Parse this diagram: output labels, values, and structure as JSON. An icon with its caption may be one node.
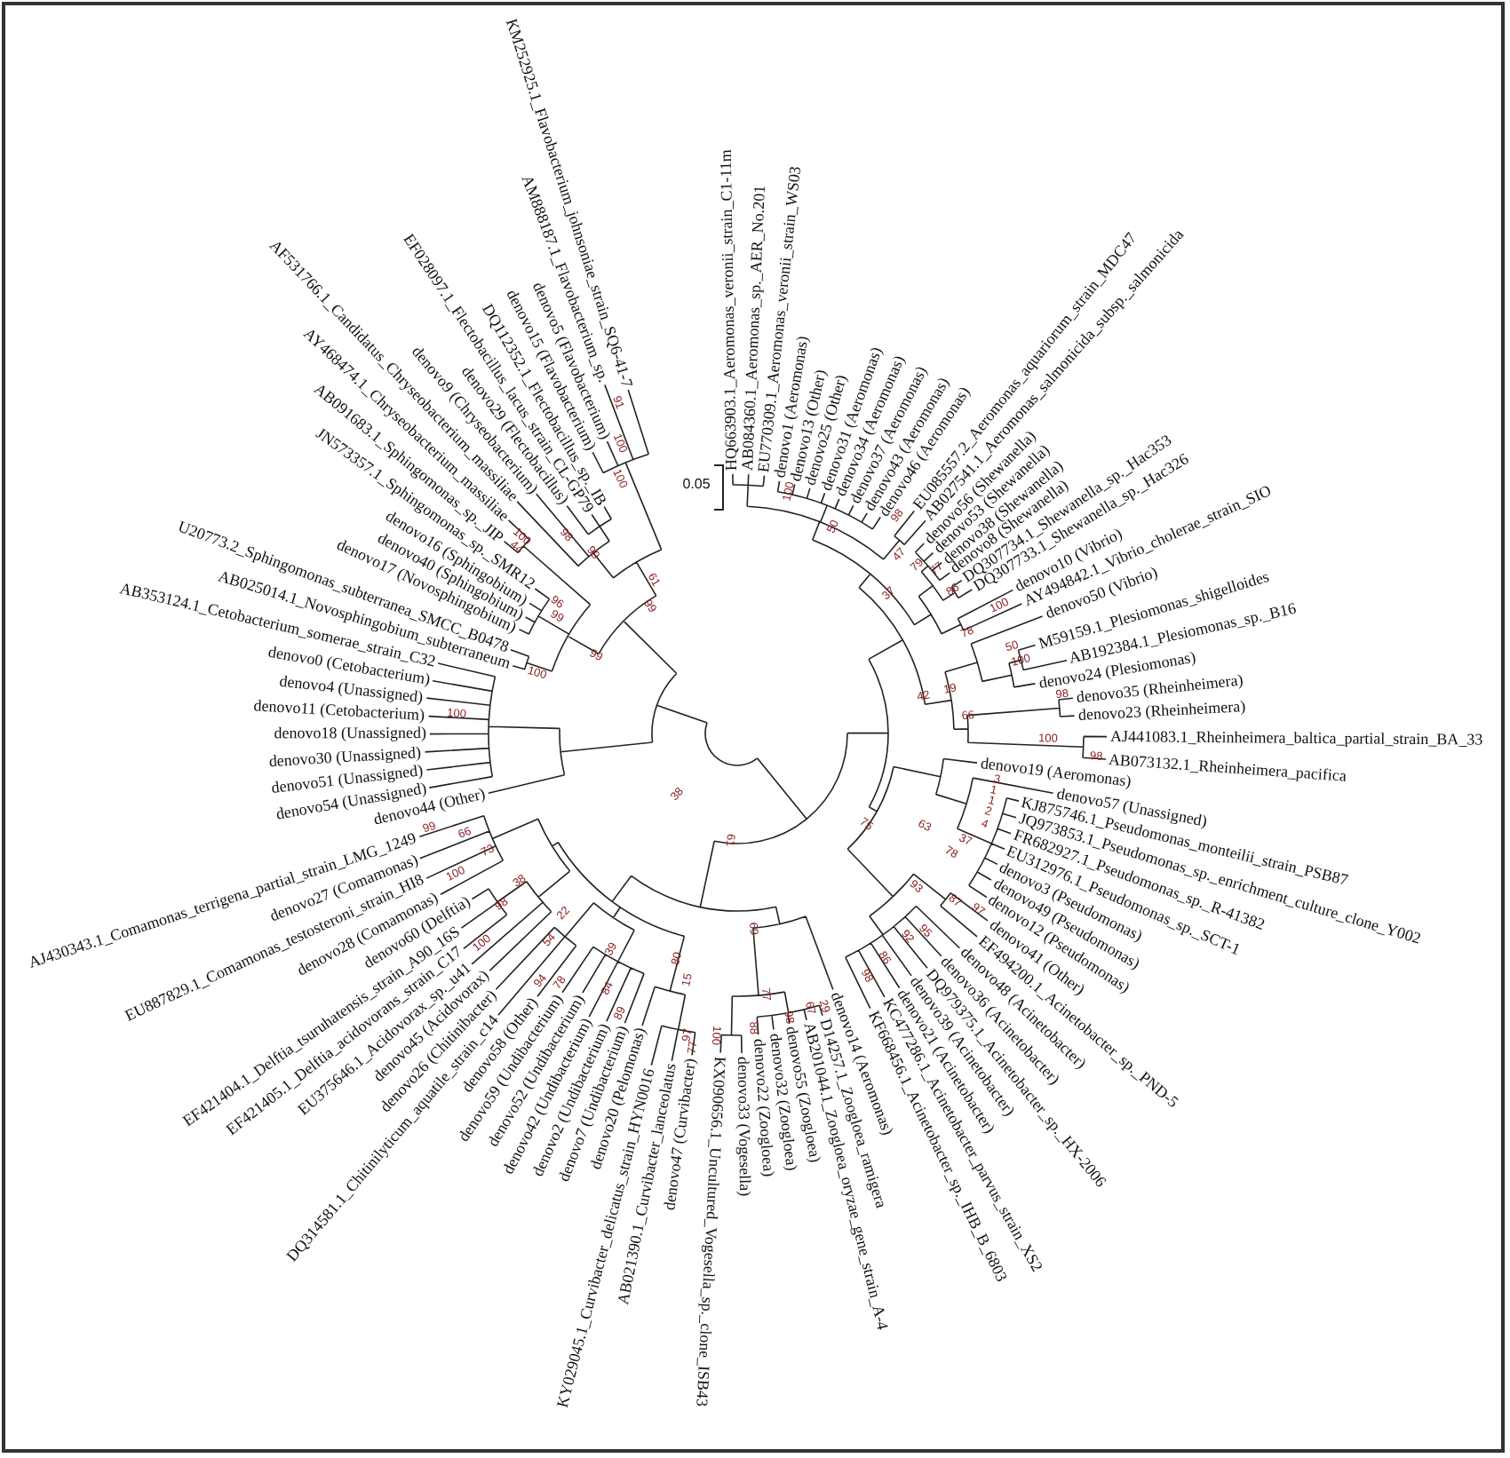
{
  "diagram": {
    "labels": [
      "HQ663903.1_Aeromonas_veronii_strain_C1-11m",
      "AB084360.1_Aeromonas_sp._AER_No.201",
      "EU770309.1_Aeromonas_veronii_strain_WS03",
      "denovo1 (Aeromonas)",
      "denovo13 (Other)",
      "denovo25 (Other)",
      "denovo31 (Aeromonas)",
      "denovo34 (Aeromonas)",
      "denovo37 (Aeromonas)",
      "denovo43 (Aeromonas)",
      "denovo46 (Aeromonas)",
      "EU085557.2_Aeromonas_aquariorum_strain_MDC47",
      "AB027541.1_Aeromonas_salmonicida_subsp._salmonicida",
      "denovo56 (Shewanella)",
      "denovo53 (Shewanella)",
      "denovo38 (Shewanella)",
      "denovo8 (Shewanella)",
      "DQ307734.1_Shewanella_sp._Hac353",
      "DQ307733.1_Shewanella_sp._Hac326",
      "denovo10 (Vibrio)",
      "AY494842.1_Vibrio_cholerae_strain_SIO",
      "denovo50 (Vibrio)",
      "M59159.1_Plesiomonas_shigelloides",
      "AB192384.1_Plesiomonas_sp._B16",
      "denovo24 (Plesiomonas)",
      "denovo35 (Rheinheimera)",
      "denovo23 (Rheinheimera)",
      "AJ441083.1_Rheinheimera_baltica_partial_strain_BA_33",
      "AB073132.1_Rheinheimera_pacifica",
      "denovo19 (Aeromonas)",
      "denovo57 (Unassigned)",
      "KJ875746.1_Pseudomonas_monteilii_strain_PSB87",
      "JQ973853.1_Pseudomonas_sp._enrichment_culture_clone_Y002",
      "FR682927.1_Pseudomonas_sp._R-41382",
      "EU312976.1_Pseudomonas_sp._SCT-1",
      "denovo3 (Pseudomonas)",
      "denovo49 (Pseudomonas)",
      "denovo12 (Pseudomonas)",
      "denovo41 (Other)",
      "EF494200.1_Acinetobacter_sp._PND-5",
      "denovo48 (Acinetobacter)",
      "denovo36 (Acinetobacter)",
      "DQ979375.1_Acinetobacter_sp._HX-2006",
      "denovo39 (Acinetobacter)",
      "denovo21 (Acinetobacter)",
      "KC477286.1_Acinetobacter_parvus_strain_XS2",
      "KF668456.1_Acinetobacter_sp._IHB_B_6803",
      "denovo44 (Other)",
      "AJ430343.1_Comamonas_terrigena_partial_strain_LMG_1249",
      "denovo27 (Comamonas)",
      "EU887829.1_Comamonas_testosteroni_strain_HI8",
      "denovo28 (Comamonas)",
      "denovo60 (Delftia)",
      "EF421404.1_Delftia_tsuruhatensis_strain_A90_16S",
      "EF421405.1_Delftia_acidovorans_strain_C17",
      "EU375646.1_Acidovorax_sp._u41",
      "denovo45 (Acidovorax)",
      "denovo26 (Chitinibacter)",
      "DQ314581.1_Chitinilyticum_aquatile_strain_c14",
      "denovo58 (Other)",
      "denovo59 (Undibacterium)",
      "denovo52 (Undibacterium)",
      "denovo42 (Undibacterium)",
      "denovo2 (Undibacterium)",
      "denovo7 (Undibacterium)",
      "denovo20 (Pelomonas)",
      "KY029045.1_Curvibacter_delicatus_strain_HYN0016",
      "AB021390.1_Curvibacter_lanceolatus",
      "denovo47 (Curvibacter)",
      "KX090656.1_Uncultured_Vogesella_sp._clone_ISB43",
      "denovo33 (Vogesella)",
      "denovo22 (Zoogloea)",
      "denovo32 (Zoogloea)",
      "denovo55 (Zoogloea)",
      "AB201044.1_Zoogloea_oryzae_gene_strain_A-4",
      "D14257.1_Zoogloea_ramigera",
      "denovo14 (Aeromonas)",
      "denovo54 (Unassigned)",
      "denovo51 (Unassigned)",
      "denovo30 (Unassigned)",
      "denovo18 (Unassigned)",
      "denovo11 (Cetobacterium)",
      "denovo4 (Unassigned)",
      "denovo0 (Cetobacterium)",
      "AB353124.1_Cetobacterium_somerae_strain_C32",
      "AB025014.1_Novosphingobium_subterraneum",
      "U20773.2_Sphingomonas_subterranea_SMCC_B0478",
      "denovo17 (Novosphingobium)",
      "denovo40 (Sphingobium)",
      "denovo16 (Sphingobium)",
      "JN573357.1_Sphingomonas_sp._SMR12",
      "AB091683.1_Sphingomonas_sp._JIP",
      "AY468474.1_Chryseobacterium_massiliae",
      "AF531766.1_Candidatus_Chryseobacterium_massiliae",
      "denovo9 (Chryseobacterium)",
      "denovo29 (Flectobacillus)",
      "EF028097.1_Flectobacillus_lacus_strain_CL-GP79",
      "DQ112352.1_Flectobacillus_sp._IB",
      "denovo15 (Flavobacterium)",
      "denovo5 (Flavobacterium)",
      "AM888187.1_Flavobacterium_sp.",
      "KM252925.1_Flavobacterium_johnsoniae_strain_SQ6-41-7",
      "0.05",
      "100",
      "50",
      "98",
      "37",
      "47",
      "79",
      "77",
      "86",
      "100",
      "78",
      "50",
      "100",
      "42",
      "19",
      "98",
      "66",
      "100",
      "98",
      "3",
      "1",
      "1",
      "2",
      "4",
      "37",
      "78",
      "75",
      "63",
      "93",
      "87",
      "97",
      "92",
      "95",
      "86",
      "98",
      "69",
      "77",
      "88",
      "98",
      "67",
      "29",
      "100",
      "80",
      "15",
      "97",
      "77",
      "39",
      "84",
      "89",
      "22",
      "54",
      "94",
      "78",
      "100",
      "98",
      "38",
      "73",
      "100",
      "66",
      "99",
      "100",
      "100",
      "99",
      "96",
      "99",
      "100",
      "44",
      "99",
      "61",
      "98",
      "99",
      "100",
      "91",
      "100",
      "38",
      "61"
    ]
  }
}
